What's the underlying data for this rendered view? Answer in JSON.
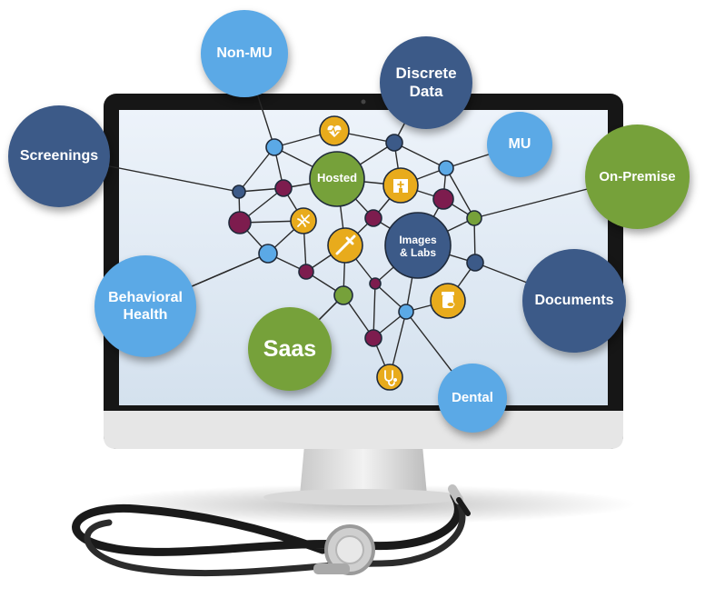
{
  "colors": {
    "dark_blue": "#3c5a88",
    "light_blue": "#5ba9e6",
    "green": "#76a13a",
    "maroon": "#7d1c4e",
    "gold": "#e8ab1c",
    "screen": "#dfe9f4",
    "bezel": "#161616",
    "chin": "#e6e6e6"
  },
  "bubbles": {
    "non_mu": "Non-MU",
    "discrete_data": "Discrete\nData",
    "mu": "MU",
    "screenings": "Screenings",
    "on_premise": "On-Premise",
    "behavioral_health": "Behavioral\nHealth",
    "documents": "Documents",
    "saas": "Saas",
    "dental": "Dental"
  },
  "hub_nodes": {
    "hosted": "Hosted",
    "images_labs": "Images\n& Labs"
  },
  "icons": [
    "heart-rate-icon",
    "hospital-icon",
    "dna-icon",
    "syringe-icon",
    "pill-bottle-icon",
    "stethoscope-icon"
  ]
}
